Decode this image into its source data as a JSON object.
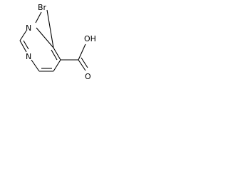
{
  "molecule": {
    "atoms": {
      "bromine": "Br",
      "ring_nitrogen_top": "N",
      "ring_nitrogen_bottom": "N",
      "hydroxyl": "OH",
      "carbonyl_oxygen": "O"
    }
  }
}
